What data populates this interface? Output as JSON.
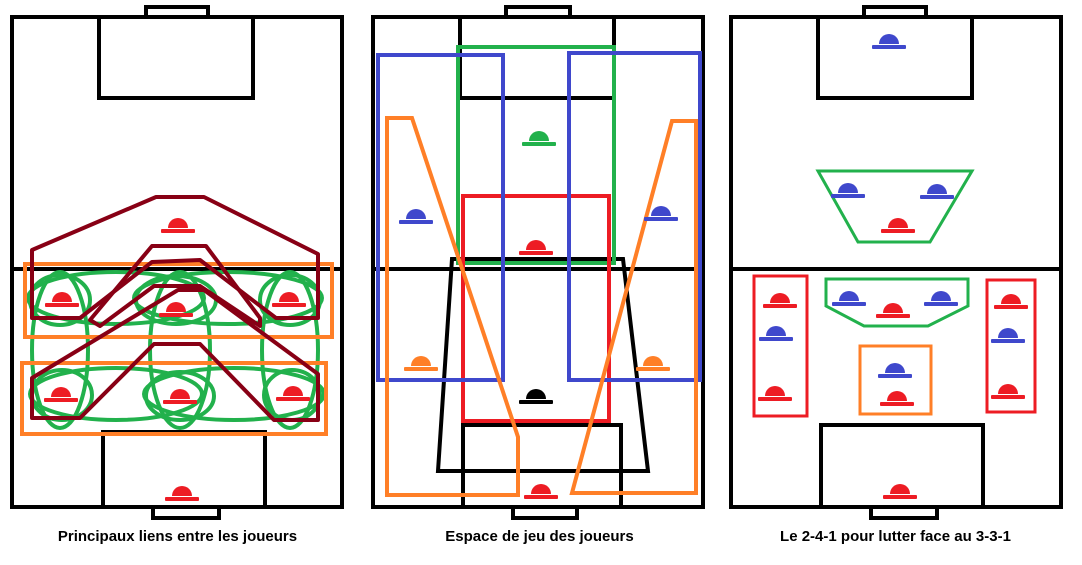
{
  "captions": [
    "Principaux liens entre les joueurs",
    "Espace de jeu des joueurs",
    "Le 2-4-1 pour lutter face au 3-3-1"
  ],
  "colors": {
    "line": "#000000",
    "red": "#ed1c24",
    "blue": "#3f48cc",
    "green": "#22b14c",
    "orange": "#ff7f27",
    "maroon": "#880015",
    "black": "#000000"
  }
}
